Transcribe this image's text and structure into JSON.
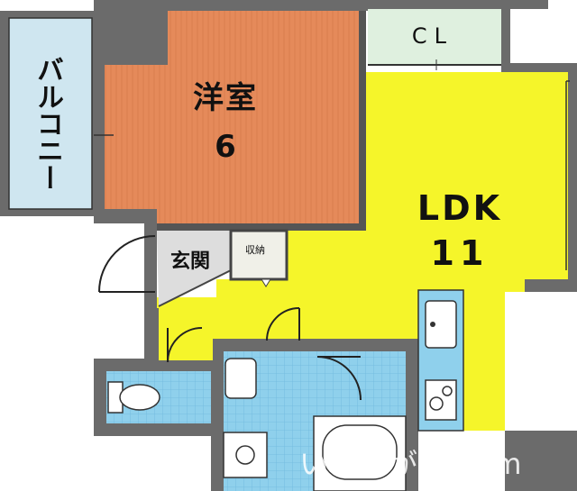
{
  "rooms": {
    "western": {
      "name": "洋室",
      "size": "6"
    },
    "ldk": {
      "name": "LDK",
      "size": "11"
    },
    "closet": {
      "name": "CL"
    },
    "balcony": {
      "name": "バルコニー"
    },
    "entrance": {
      "name": "玄関"
    },
    "storage": {
      "name": "収納"
    }
  },
  "watermark": "いえさがし.com",
  "colors": {
    "wall": "#6b6b6b",
    "western_floor": "#e58a5a",
    "ldk_floor": "#f5f52a",
    "wet_area": "#8fd0ec",
    "balcony": "#cfe6f0",
    "closet": "#dff0df",
    "entrance_floor": "#dddddd"
  }
}
